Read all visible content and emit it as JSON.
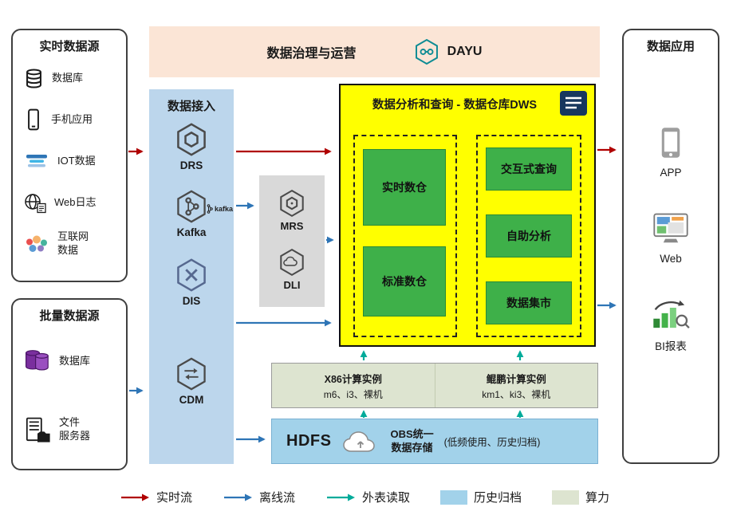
{
  "banner": {
    "title": "数据治理与运营",
    "logo_text": "DAYU"
  },
  "realtime_sources": {
    "title": "实时数据源",
    "items": [
      {
        "label": "数据库"
      },
      {
        "label": "手机应用"
      },
      {
        "label": "IOT数据"
      },
      {
        "label": "Web日志"
      },
      {
        "label": "互联网\n数据"
      }
    ]
  },
  "batch_sources": {
    "title": "批量数据源",
    "items": [
      {
        "label": "数据库"
      },
      {
        "label": "文件\n服务器"
      }
    ]
  },
  "ingestion": {
    "title": "数据接入",
    "items": [
      {
        "label": "DRS"
      },
      {
        "label": "Kafka",
        "mark": "kafka"
      },
      {
        "label": "DIS"
      },
      {
        "label": "CDM"
      }
    ]
  },
  "processing": {
    "items": [
      {
        "label": "MRS"
      },
      {
        "label": "DLI"
      }
    ]
  },
  "dws": {
    "title": "数据分析和查询 - 数据仓库DWS",
    "warehouses": [
      {
        "label": "实时数仓"
      },
      {
        "label": "标准数仓"
      }
    ],
    "services": [
      {
        "label": "交互式查询"
      },
      {
        "label": "自助分析"
      },
      {
        "label": "数据集市"
      }
    ]
  },
  "compute": {
    "x86": {
      "title": "X86计算实例",
      "detail": "m6、i3、裸机"
    },
    "kunpeng": {
      "title": "鲲鹏计算实例",
      "detail": "km1、ki3、裸机"
    }
  },
  "storage": {
    "hdfs": "HDFS",
    "obs": "OBS统一\n数据存储",
    "note": "(低频使用、历史归档)"
  },
  "applications": {
    "title": "数据应用",
    "items": [
      {
        "label": "APP"
      },
      {
        "label": "Web"
      },
      {
        "label": "BI报表"
      }
    ]
  },
  "legend": {
    "items": [
      {
        "label": "实时流",
        "type": "arrow",
        "color": "#b00000"
      },
      {
        "label": "离线流",
        "type": "arrow",
        "color": "#2e75b6"
      },
      {
        "label": "外表读取",
        "type": "arrow",
        "color": "#00ab9a"
      },
      {
        "label": "历史归档",
        "type": "swatch",
        "color": "#a2d2ea"
      },
      {
        "label": "算力",
        "type": "swatch",
        "color": "#dde4d0"
      }
    ]
  }
}
